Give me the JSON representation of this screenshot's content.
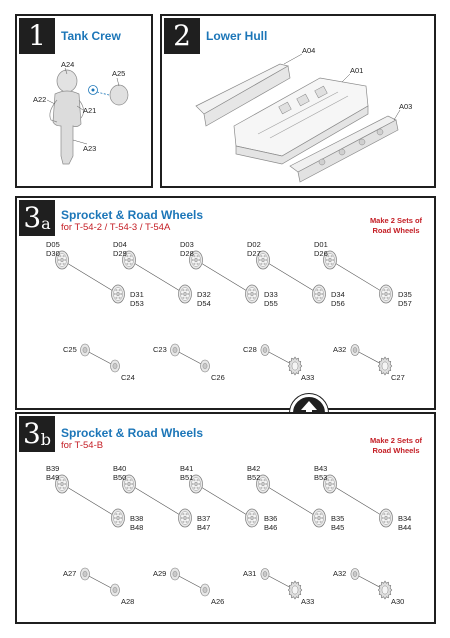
{
  "step1": {
    "number": "1",
    "title": "Tank Crew",
    "labels": [
      "A24",
      "A25",
      "A22",
      "A21",
      "A23"
    ]
  },
  "step2": {
    "number": "2",
    "title": "Lower Hull",
    "labels": [
      "A04",
      "A01",
      "A03"
    ]
  },
  "step3a": {
    "number": "3",
    "suffix": "a",
    "title": "Sprocket & Road Wheels",
    "subtitle": "for T-54-2 / T-54-3 / T-54A",
    "note_line1": "Make 2 Sets of",
    "note_line2": "Road Wheels",
    "wheels": [
      {
        "top1": "D05",
        "top2": "D30",
        "bot1": "D31",
        "bot2": "D53"
      },
      {
        "top1": "D04",
        "top2": "D29",
        "bot1": "D32",
        "bot2": "D54"
      },
      {
        "top1": "D03",
        "top2": "D28",
        "bot1": "D33",
        "bot2": "D55"
      },
      {
        "top1": "D02",
        "top2": "D27",
        "bot1": "D34",
        "bot2": "D56"
      },
      {
        "top1": "D01",
        "top2": "D26",
        "bot1": "D35",
        "bot2": "D57"
      }
    ],
    "sprockets": [
      {
        "a": "C25",
        "b": "C24"
      },
      {
        "a": "C23",
        "b": "C26"
      },
      {
        "a": "C28",
        "b": "A33"
      },
      {
        "a": "A32",
        "b": "C27"
      }
    ]
  },
  "step3b": {
    "number": "3",
    "suffix": "b",
    "title": "Sprocket & Road Wheels",
    "subtitle": "for T-54-B",
    "note_line1": "Make 2 Sets of",
    "note_line2": "Road Wheels",
    "wheels": [
      {
        "top1": "B39",
        "top2": "B49",
        "bot1": "B38",
        "bot2": "B48"
      },
      {
        "top1": "B40",
        "top2": "B50",
        "bot1": "B37",
        "bot2": "B47"
      },
      {
        "top1": "B41",
        "top2": "B51",
        "bot1": "B36",
        "bot2": "B46"
      },
      {
        "top1": "B42",
        "top2": "B52",
        "bot1": "B35",
        "bot2": "B45"
      },
      {
        "top1": "B43",
        "top2": "B53",
        "bot1": "B34",
        "bot2": "B44"
      }
    ],
    "sprockets": [
      {
        "a": "A27",
        "b": "A28"
      },
      {
        "a": "A29",
        "b": "A26"
      },
      {
        "a": "A31",
        "b": "A33"
      },
      {
        "a": "A32",
        "b": "A30"
      }
    ]
  },
  "icons": {
    "separator": "up-down-arrows-icon"
  }
}
